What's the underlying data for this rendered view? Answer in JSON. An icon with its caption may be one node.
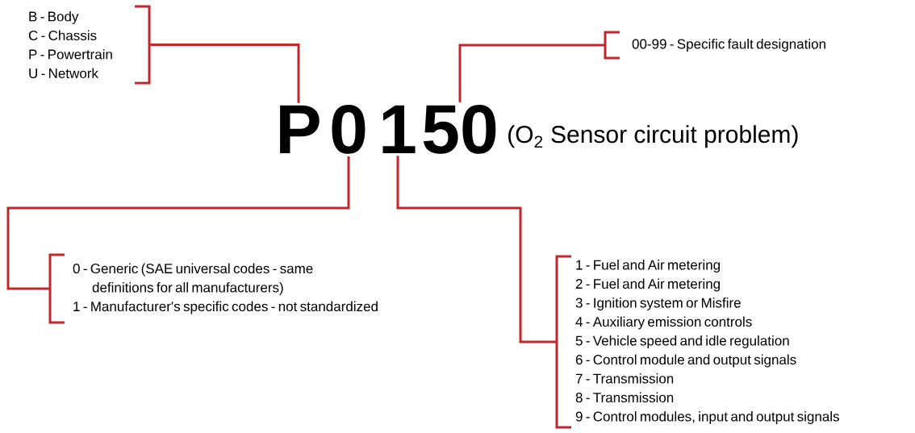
{
  "diagram": {
    "nodes": [
      {
        "text": [
          "B - Body",
          "C - Chassis",
          "P - Powertrain",
          "U - Network"
        ]
      },
      {
        "text": [
          "00-99 - Specific fault designation"
        ]
      },
      {
        "text": [
          "P"
        ]
      },
      {
        "text": [
          "0"
        ]
      },
      {
        "text": [
          "1"
        ]
      },
      {
        "text": [
          "50"
        ]
      },
      {
        "text": [
          "0 - Generic (SAE universal codes - same definitions for all manufacturers)",
          "1 - Manufacturer's specific codes - not standardized"
        ]
      },
      {
        "text": [
          "1 - Fuel and Air metering",
          "2 - Fuel and Air metering",
          "3 - Ignition system or Misfire",
          "4 - Auxiliary emission controls",
          "5 - Vehicle speed and idle regulation",
          "6 - Control module and output signals",
          "7 - Transmission",
          "8 - Transmission",
          "9 - Control modules, input and output signals"
        ]
      }
    ],
    "edges": [
      {
        "from": 2,
        "to": 0,
        "arrow": "none"
      },
      {
        "from": 5,
        "to": 1,
        "arrow": "none"
      },
      {
        "from": 3,
        "to": 6,
        "arrow": "none"
      },
      {
        "from": 4,
        "to": 7,
        "arrow": "none"
      }
    ],
    "labels": [
      "(O$_{2}$ Sensor circuit problem)"
    ]
  }
}
